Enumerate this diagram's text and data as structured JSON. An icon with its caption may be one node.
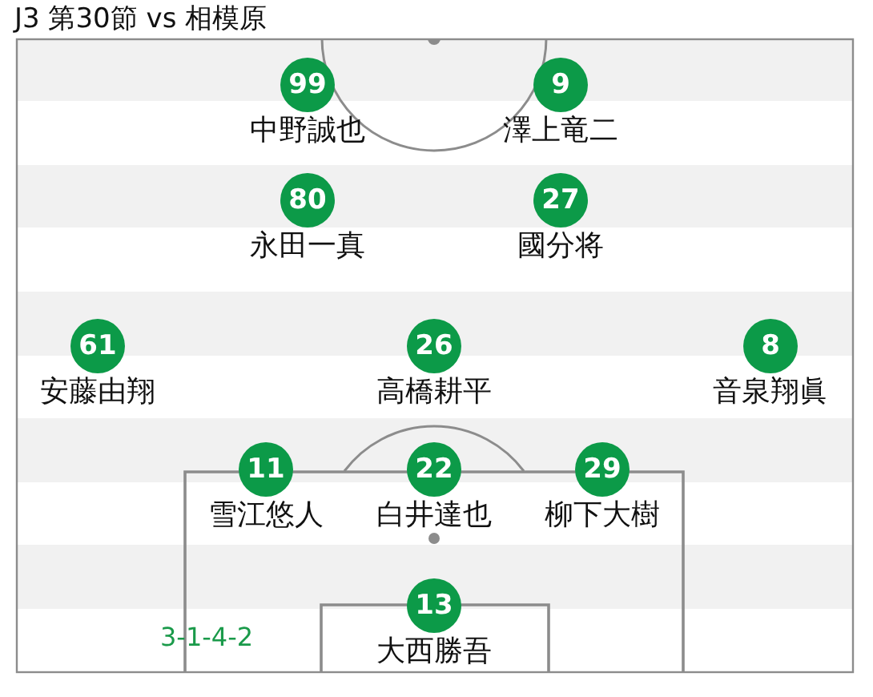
{
  "diagram": {
    "title": "J3 第30節 vs 相模原",
    "nodes": [
      {
        "text": [
          "99"
        ],
        "beside": [
          "中野誠也"
        ]
      },
      {
        "text": [
          "9"
        ],
        "beside": [
          "澤上竜二"
        ]
      },
      {
        "text": [
          "80"
        ],
        "beside": [
          "永田一真"
        ]
      },
      {
        "text": [
          "27"
        ],
        "beside": [
          "國分将"
        ]
      },
      {
        "text": [
          "61"
        ],
        "beside": [
          "安藤由翔"
        ]
      },
      {
        "text": [
          "26"
        ],
        "beside": [
          "高橋耕平"
        ]
      },
      {
        "text": [
          "8"
        ],
        "beside": [
          "音泉翔眞"
        ]
      },
      {
        "text": [
          "11"
        ],
        "beside": [
          "雪江悠人"
        ]
      },
      {
        "text": [
          "22"
        ],
        "beside": [
          "白井達也"
        ]
      },
      {
        "text": [
          "29"
        ],
        "beside": [
          "柳下大樹"
        ]
      },
      {
        "text": [
          "13"
        ],
        "beside": [
          "大西勝吾"
        ]
      }
    ],
    "labels": [
      "3-1-4-2"
    ]
  }
}
